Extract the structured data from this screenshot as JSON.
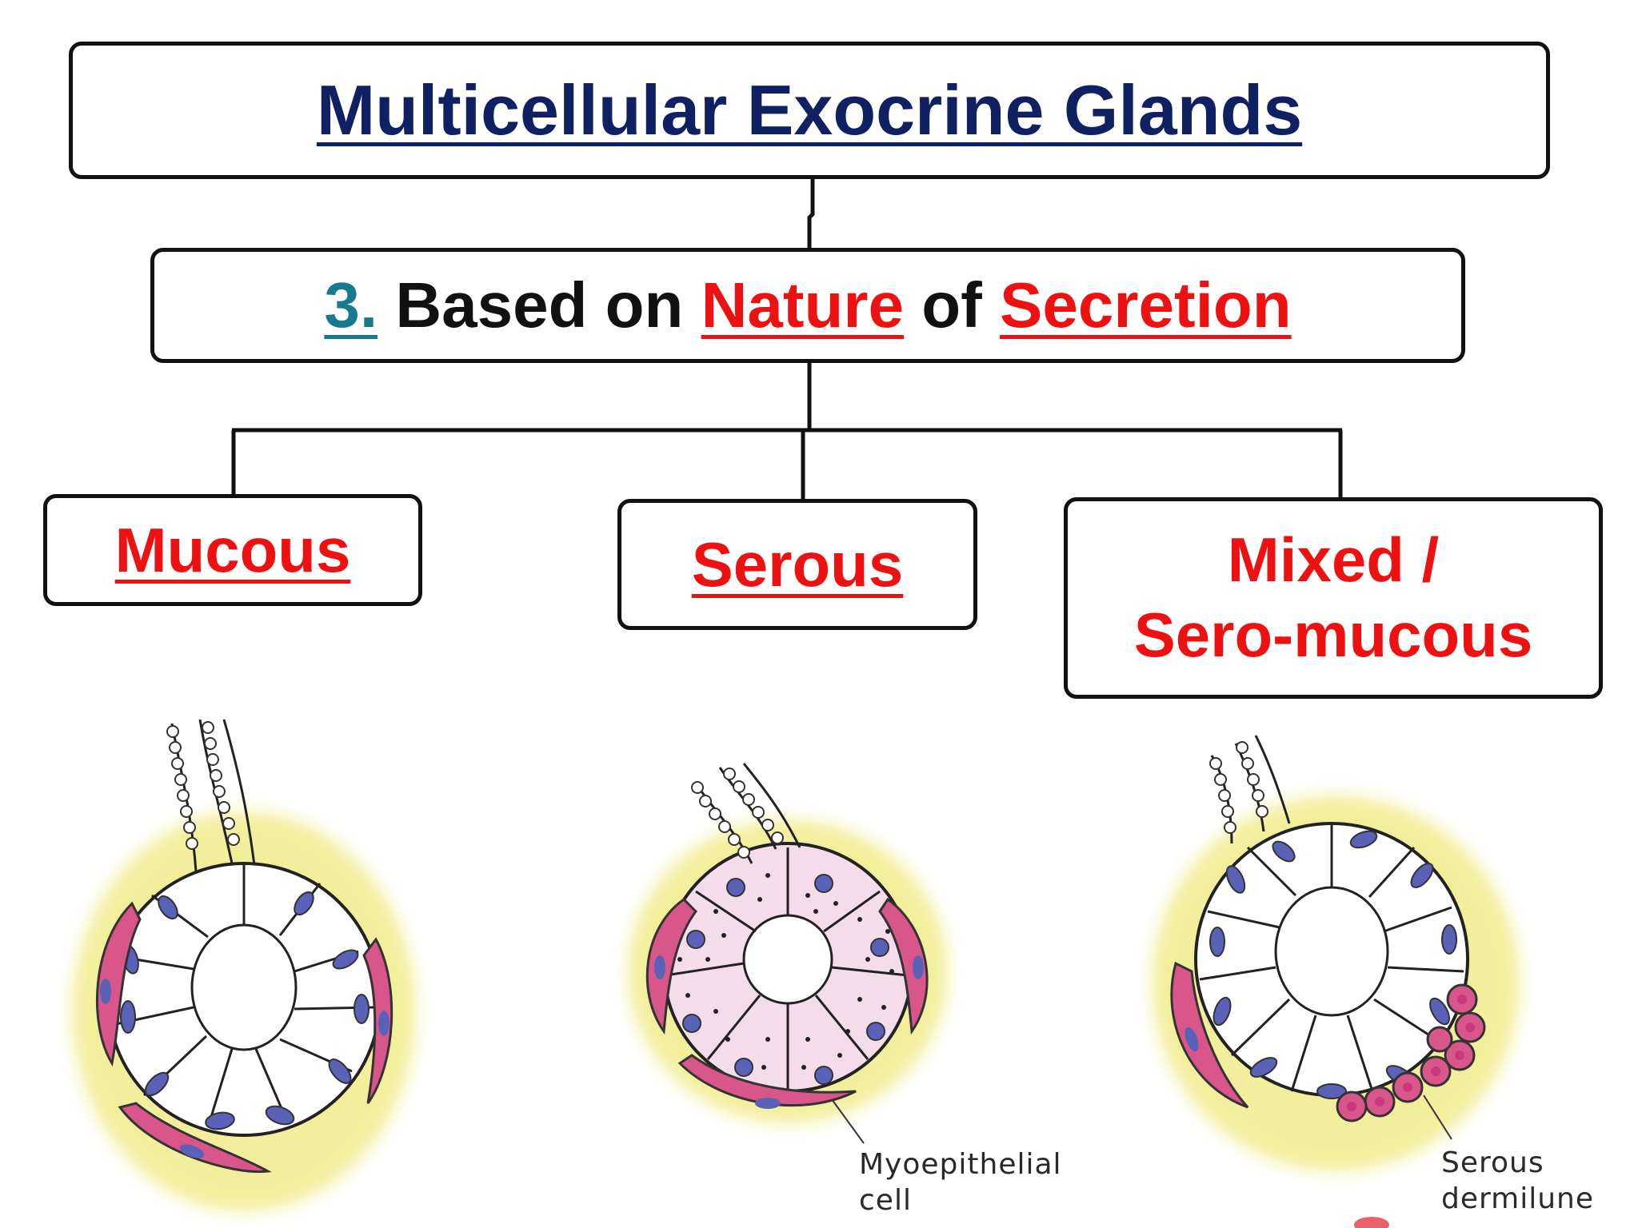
{
  "title": "Multicellular Exocrine Glands",
  "criterion": {
    "number": "3.",
    "part1": "Based on",
    "part2": "Nature",
    "part3": "of",
    "part4": "Secretion"
  },
  "categories": {
    "mucous": "Mucous",
    "serous": "Serous",
    "mixed_line1": "Mixed /",
    "mixed_line2": "Sero-mucous"
  },
  "labels": {
    "serous_pointer_line1": "Myoepithelial",
    "serous_pointer_line2": "cell",
    "mixed_pointer_line1": "Serous",
    "mixed_pointer_line2": "dermilune"
  },
  "colors": {
    "title": "#0f2063",
    "number": "#177a8f",
    "accent_red": "#ee1111",
    "myoepithelial_pink": "#d9568a",
    "nucleus_blue": "#5a62b8",
    "halo_yellow": "#f2ef9c",
    "serous_cytoplasm": "#f4dcea"
  }
}
